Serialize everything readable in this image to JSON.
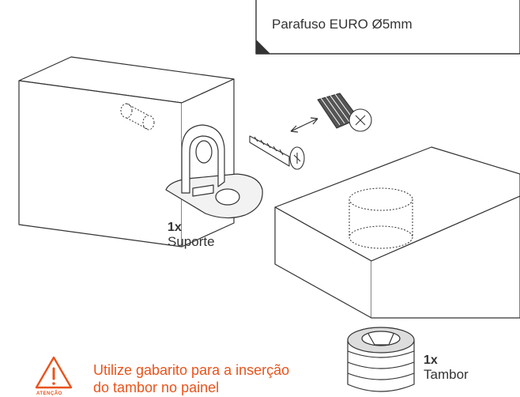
{
  "callout": {
    "screw_label": "Parafuso EURO Ø5mm"
  },
  "parts": {
    "bracket": {
      "qty": "1x",
      "label": "Suporte"
    },
    "drum": {
      "qty": "1x",
      "label": "Tambor"
    }
  },
  "warning": {
    "line1": "Utilize gabarito para a inserção",
    "line2": "do tambor no painel",
    "tag": "ATENÇÃO",
    "icon": "warning-triangle-icon"
  },
  "colors": {
    "line": "#333333",
    "accent": "#e8541c",
    "callout_fill": "#ffffff",
    "callout_corner": "#333333"
  }
}
